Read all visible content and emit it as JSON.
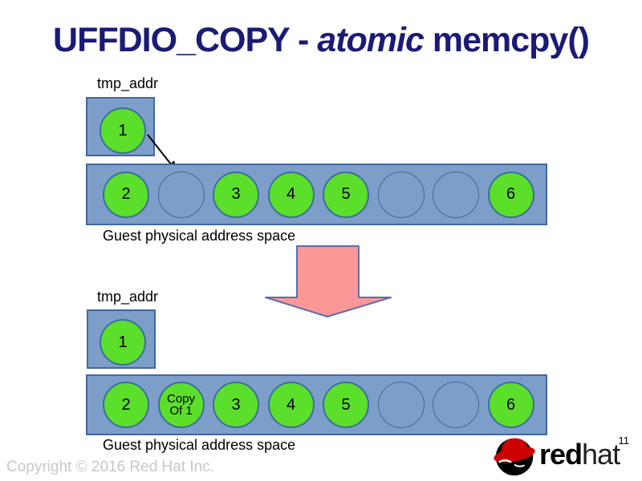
{
  "title": {
    "prefix": "UFFDIO_COPY - ",
    "italic": "atomic",
    "suffix": " memcpy()"
  },
  "colors": {
    "title": "#1b1b75",
    "bar_fill": "#7d9ec9",
    "bar_border": "#44669c",
    "cell_green": "#5bdf2b",
    "arrow_fill": "#fb9797",
    "arrow_border": "#5b6eae",
    "copyright": "#c8c8c8",
    "redhat_red": "#cc0000"
  },
  "diagram_top": {
    "tmp_label": "tmp_addr",
    "tmp_cell": "1",
    "cells": [
      {
        "label": "2",
        "filled": true
      },
      {
        "label": "",
        "filled": false
      },
      {
        "label": "3",
        "filled": true
      },
      {
        "label": "4",
        "filled": true
      },
      {
        "label": "5",
        "filled": true
      },
      {
        "label": "",
        "filled": false
      },
      {
        "label": "",
        "filled": false
      },
      {
        "label": "6",
        "filled": true
      }
    ],
    "caption": "Guest physical address space"
  },
  "diagram_bottom": {
    "tmp_label": "tmp_addr",
    "tmp_cell": "1",
    "cells": [
      {
        "label": "2",
        "filled": true
      },
      {
        "label": "Copy\nOf 1",
        "filled": true
      },
      {
        "label": "3",
        "filled": true
      },
      {
        "label": "4",
        "filled": true
      },
      {
        "label": "5",
        "filled": true
      },
      {
        "label": "",
        "filled": false
      },
      {
        "label": "",
        "filled": false
      },
      {
        "label": "6",
        "filled": true
      }
    ],
    "caption": "Guest physical address space"
  },
  "footer": {
    "copyright": "Copyright © 2016 Red Hat Inc.",
    "page_number": "11",
    "logo_bold": "red",
    "logo_light": "hat"
  }
}
